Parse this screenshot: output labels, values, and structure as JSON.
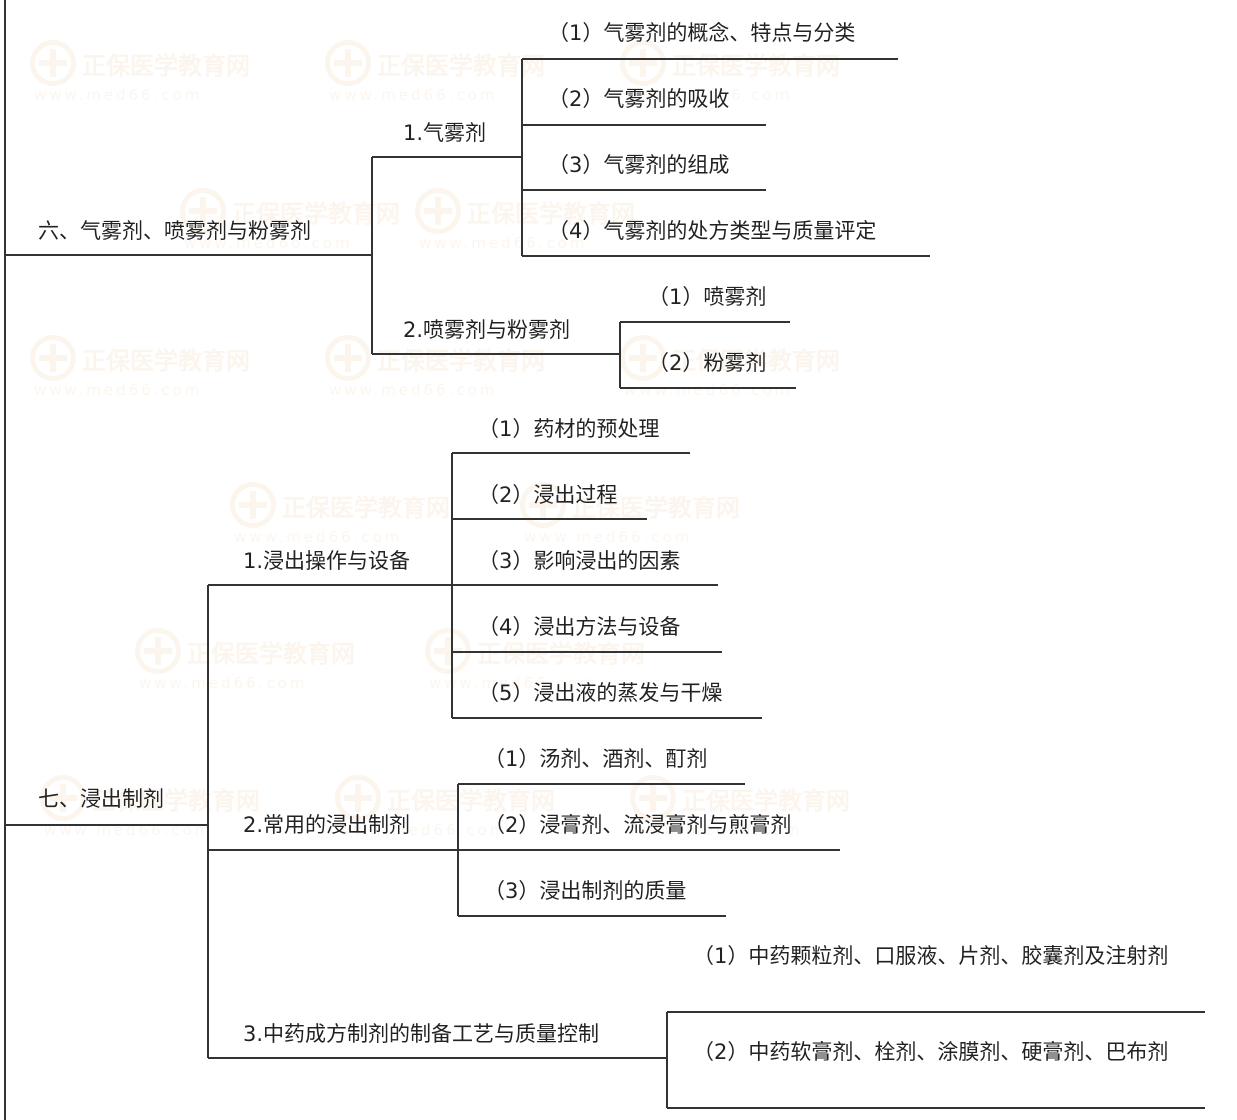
{
  "watermark": {
    "brand": "正保医学教育网",
    "url": "www.med66.com"
  },
  "sections": [
    {
      "title": "六、气雾剂、喷雾剂与粉雾剂",
      "groups": [
        {
          "label": "1.气雾剂",
          "items": [
            "（1）气雾剂的概念、特点与分类",
            "（2）气雾剂的吸收",
            "（3）气雾剂的组成",
            "（4）气雾剂的处方类型与质量评定"
          ]
        },
        {
          "label": "2.喷雾剂与粉雾剂",
          "items": [
            "（1）喷雾剂",
            "（2）粉雾剂"
          ]
        }
      ]
    },
    {
      "title": "七、浸出制剂",
      "groups": [
        {
          "label": "1.浸出操作与设备",
          "items": [
            "（1）药材的预处理",
            "（2）浸出过程",
            "（3）影响浸出的因素",
            "（4）浸出方法与设备",
            "（5）浸出液的蒸发与干燥"
          ]
        },
        {
          "label": "2.常用的浸出制剂",
          "items": [
            "（1）汤剂、酒剂、酊剂",
            "（2）浸膏剂、流浸膏剂与煎膏剂",
            "（3）浸出制剂的质量"
          ]
        },
        {
          "label": "3.中药成方制剂的制备工艺与质量控制",
          "items": [
            "（1）中药颗粒剂、口服液、片剂、胶囊剂及注射剂",
            "（2）中药软膏剂、栓剂、涂膜剂、硬膏剂、巴布剂"
          ]
        }
      ]
    }
  ]
}
